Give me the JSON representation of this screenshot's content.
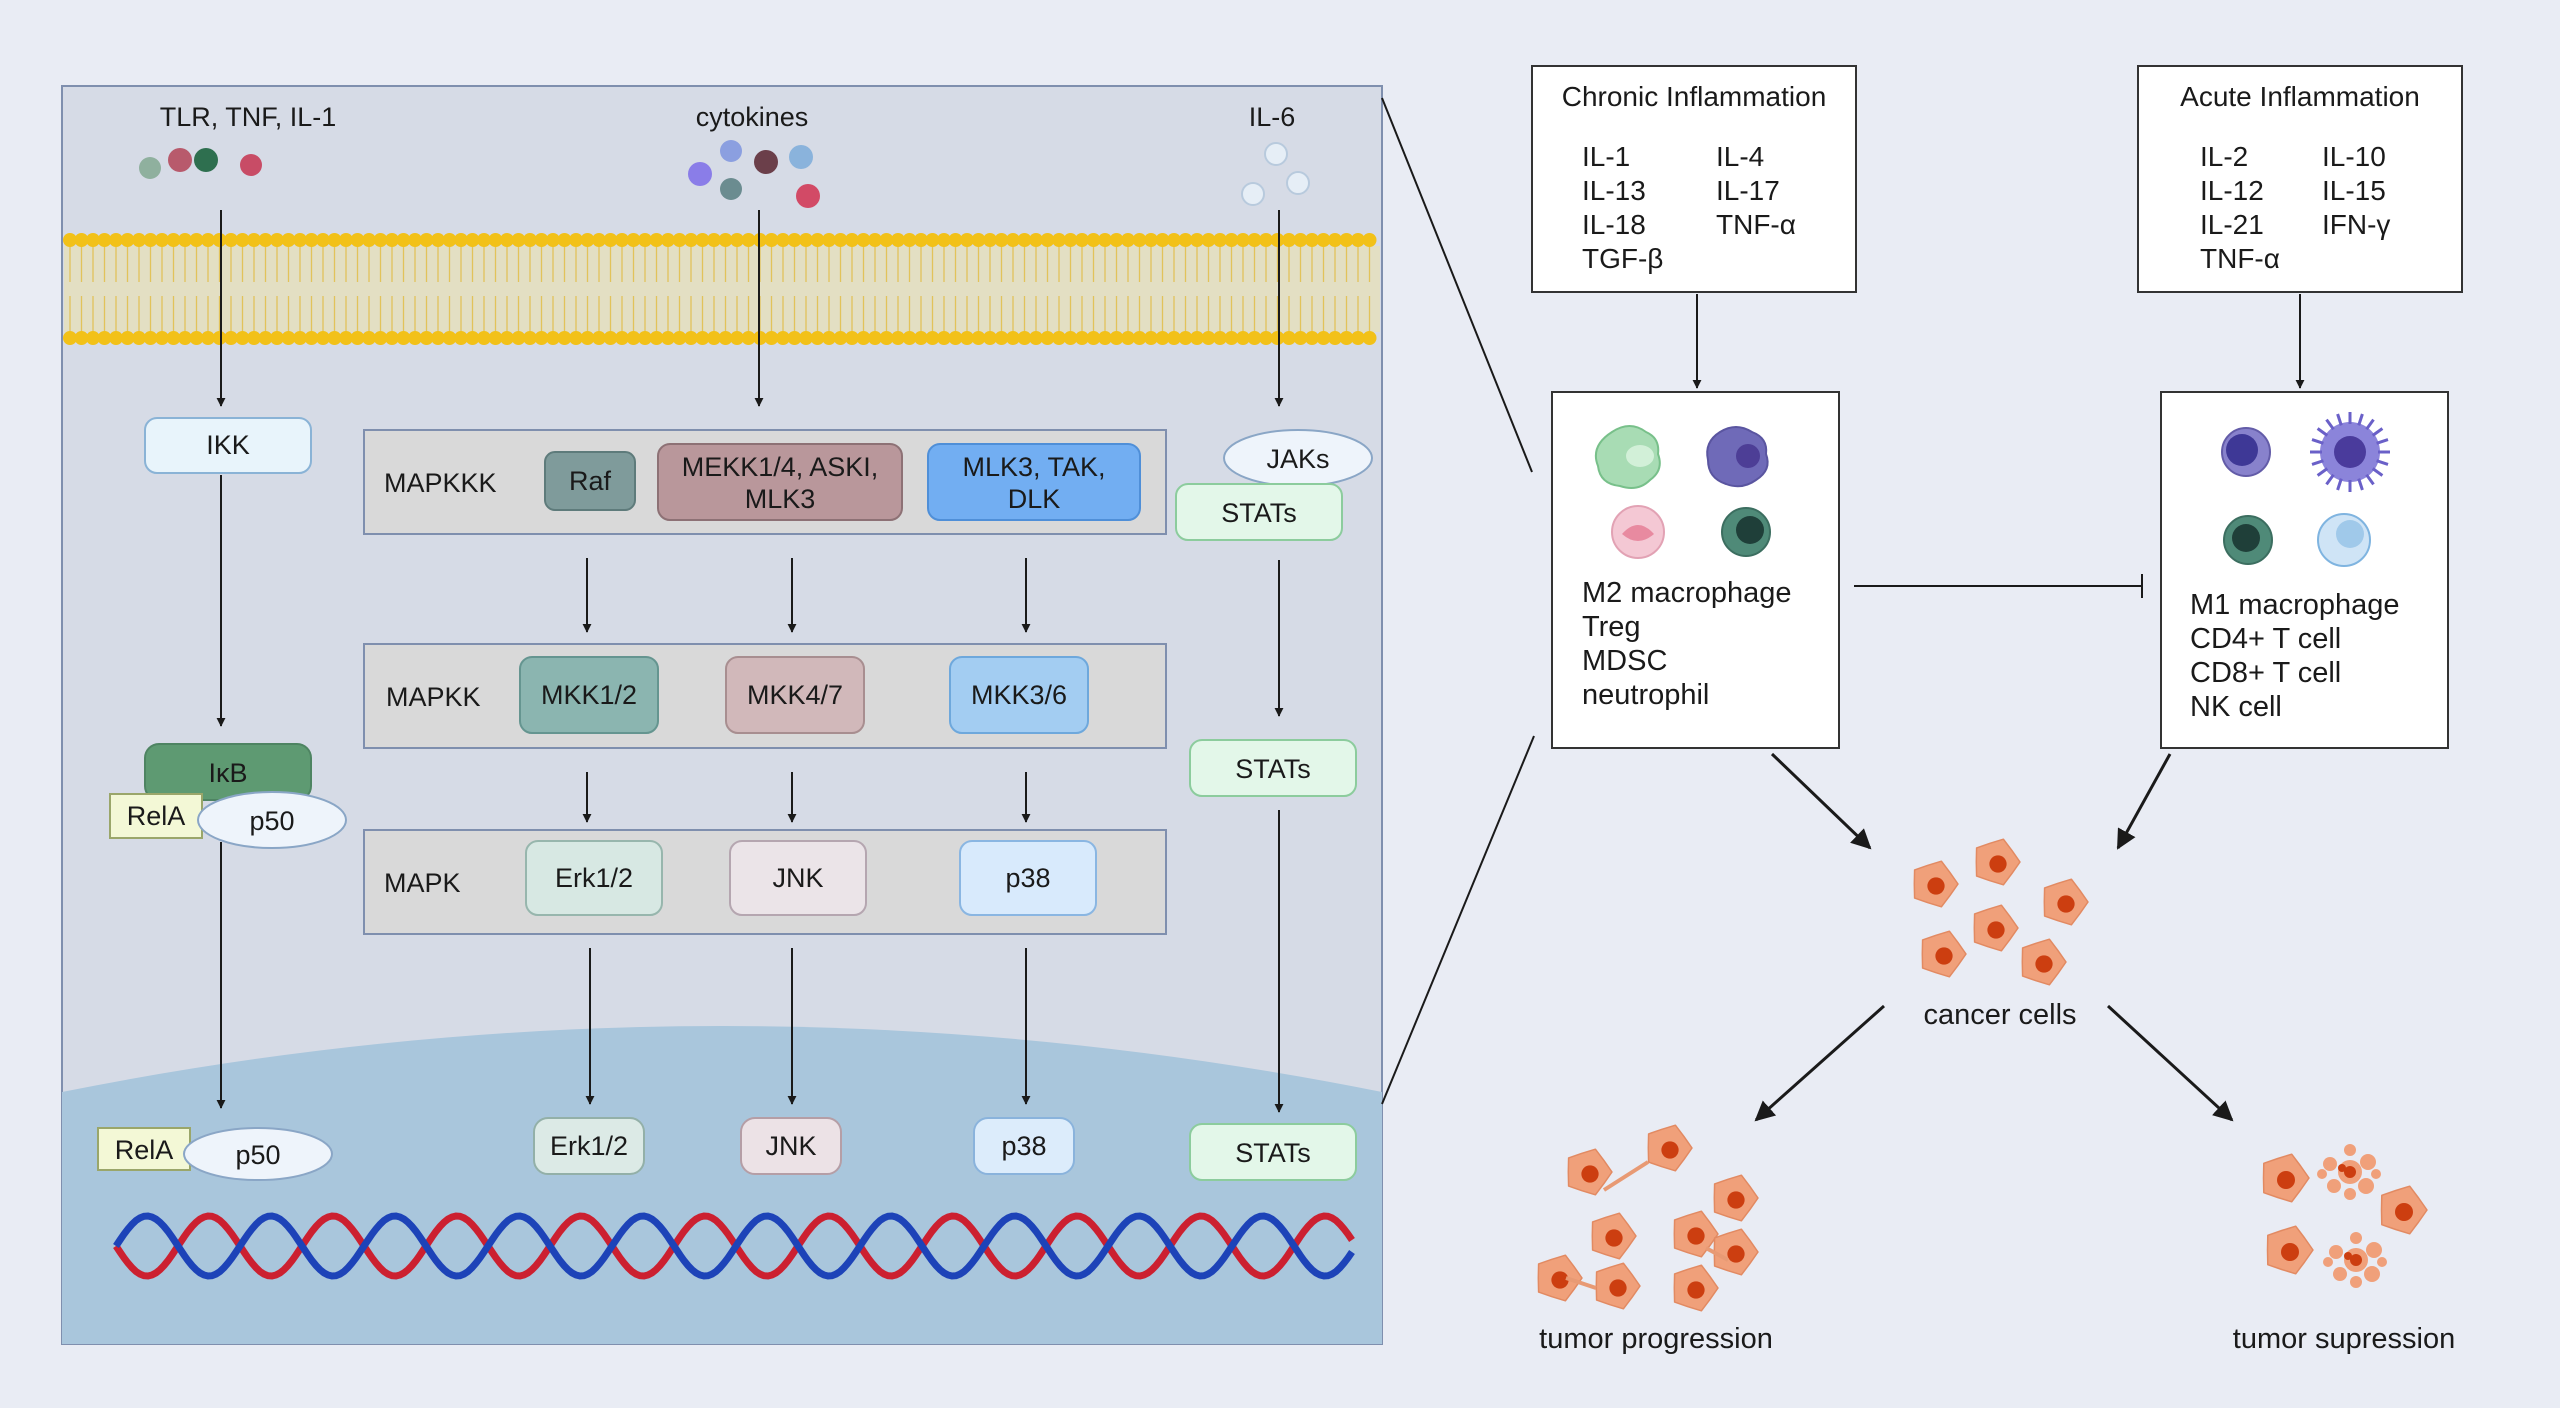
{
  "colors": {
    "page_bg": "#e9ecf4",
    "cell_bg": "#d6dbe6",
    "nucleus_bg": "#a9c6dc",
    "membrane": "#f2c118",
    "membrane_tail": "#e2c35a",
    "dna_red": "#cc2030",
    "dna_blue": "#1d43b8",
    "cancer_cell": "#f0a07a",
    "cancer_nucleus": "#cc3e10"
  },
  "receptors": {
    "tlr": "TLR, TNF, IL-1",
    "cytokines": "cytokines",
    "il6": "IL-6"
  },
  "nfkb": {
    "ikk": "IKK",
    "ikb": "IκB",
    "rela": "RelA",
    "p50": "p50",
    "rela_nuc": "RelA",
    "p50_nuc": "p50"
  },
  "mapk": {
    "tier1_label": "MAPKKK",
    "tier2_label": "MAPKK",
    "tier3_label": "MAPK",
    "raf": "Raf",
    "mekk_line1": "MEKK1/4, ASKI,",
    "mekk_line2": "MLK3",
    "mlk_line1": "MLK3, TAK,",
    "mlk_line2": "DLK",
    "mkk12": "MKK1/2",
    "mkk47": "MKK4/7",
    "mkk36": "MKK3/6",
    "erk": "Erk1/2",
    "jnk": "JNK",
    "p38": "p38",
    "erk_nuc": "Erk1/2",
    "jnk_nuc": "JNK",
    "p38_nuc": "p38"
  },
  "jakstat": {
    "jaks": "JAKs",
    "stats1": "STATs",
    "stats2": "STATs",
    "stats3": "STATs"
  },
  "chronic": {
    "title": "Chronic Inflammation",
    "items": [
      "IL-1",
      "IL-4",
      "IL-13",
      "IL-17",
      "IL-18",
      "TNF-α",
      "TGF-β"
    ]
  },
  "acute": {
    "title": "Acute Inflammation",
    "items": [
      "IL-2",
      "IL-10",
      "IL-12",
      "IL-15",
      "IL-21",
      "IFN-γ",
      "TNF-α"
    ]
  },
  "m2_cells": [
    "M2 macrophage",
    "Treg",
    "MDSC",
    "neutrophil"
  ],
  "m1_cells": [
    "M1 macrophage",
    "CD4+ T cell",
    "CD8+ T cell",
    "NK cell"
  ],
  "outcomes": {
    "cancer": "cancer cells",
    "progression": "tumor progression",
    "suppression": "tumor supression"
  }
}
